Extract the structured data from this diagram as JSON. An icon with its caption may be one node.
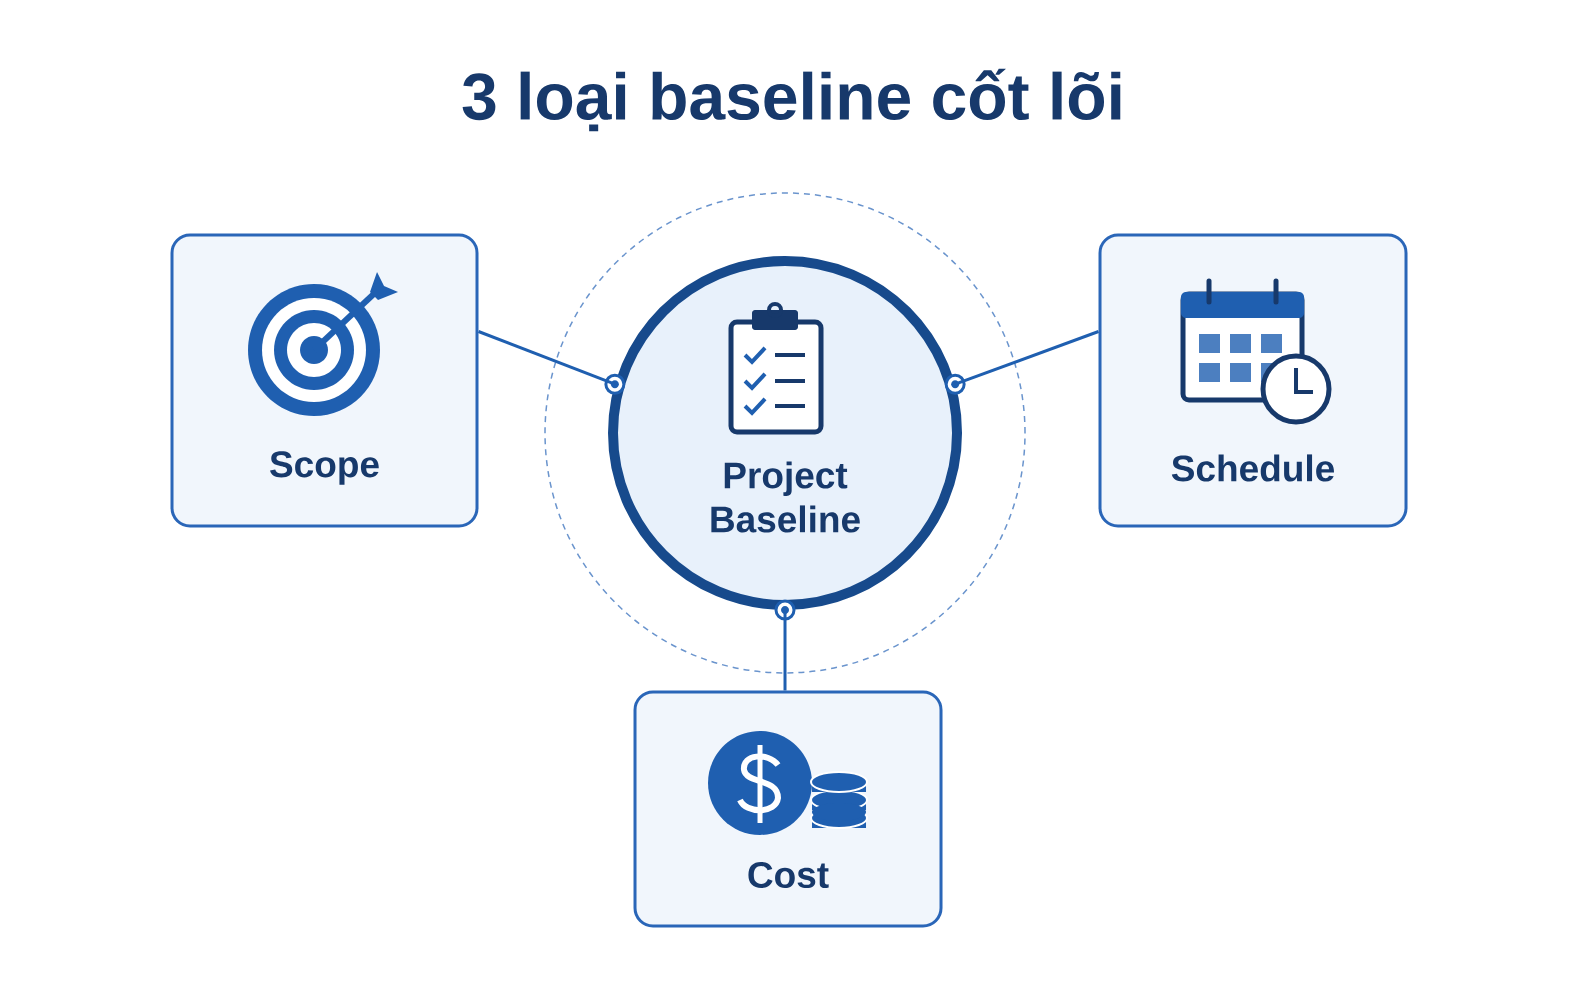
{
  "diagram": {
    "title": "3 loại baseline cốt lõi",
    "nodes": [
      {
        "text": [
          "Project Baseline"
        ]
      },
      {
        "text": [
          "Scope"
        ]
      },
      {
        "text": [
          "Schedule"
        ]
      },
      {
        "text": [
          "Cost"
        ]
      }
    ],
    "edges": [
      {
        "from": 0,
        "to": 1,
        "arrow": "none"
      },
      {
        "from": 0,
        "to": 2,
        "arrow": "none"
      },
      {
        "from": 0,
        "to": 3,
        "arrow": "none"
      }
    ]
  }
}
